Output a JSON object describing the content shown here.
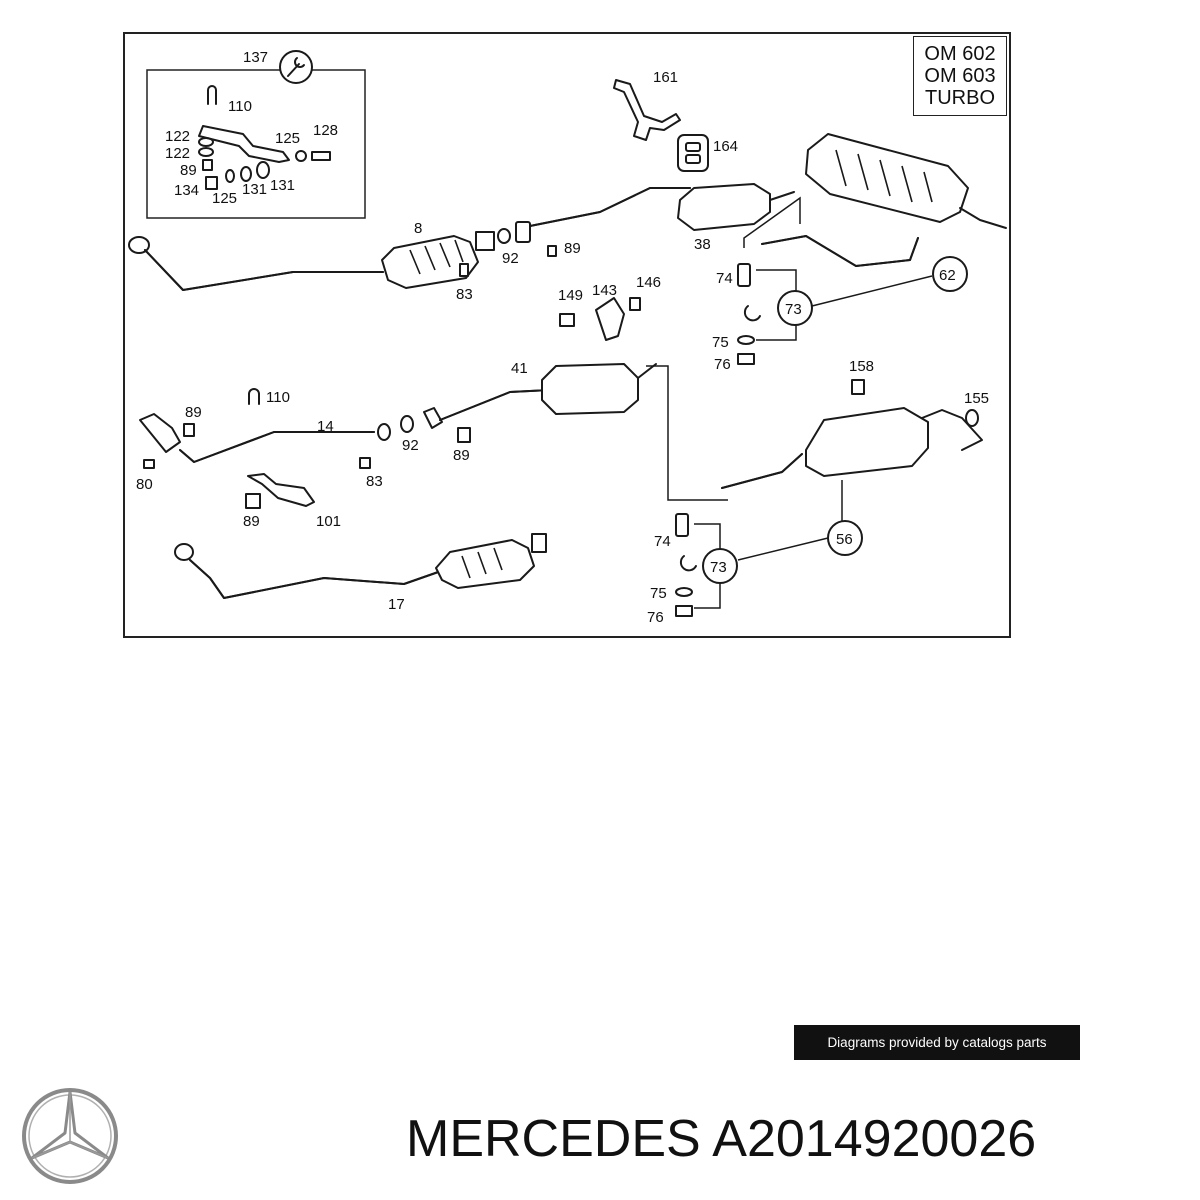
{
  "engine_variants": [
    "OM 602",
    "OM 603",
    "TURBO"
  ],
  "callouts": {
    "c137": "137",
    "c110a": "110",
    "c122a": "122",
    "c122b": "122",
    "c125a": "125",
    "c128": "128",
    "c89a": "89",
    "c134": "134",
    "c125b": "125",
    "c131a": "131",
    "c131b": "131",
    "c161": "161",
    "c164": "164",
    "c8": "8",
    "c92a": "92",
    "c89b": "89",
    "c83a": "83",
    "c38": "38",
    "c74a": "74",
    "c62": "62",
    "c149": "149",
    "c143": "143",
    "c146": "146",
    "c73a": "73",
    "c75a": "75",
    "c76a": "76",
    "c41": "41",
    "c158": "158",
    "c155": "155",
    "c89c": "89",
    "c110b": "110",
    "c14": "14",
    "c92b": "92",
    "c89d": "89",
    "c80": "80",
    "c83b": "83",
    "c89e": "89",
    "c101": "101",
    "c74b": "74",
    "c73b": "73",
    "c56": "56",
    "c75b": "75",
    "c76b": "76",
    "c17": "17"
  },
  "credit_text": "Diagrams provided by catalogs parts",
  "product": {
    "title": "MERCEDES A2014920026"
  },
  "colors": {
    "line": "#1a1a1a",
    "banner_bg": "#111111",
    "banner_text": "#ffffff",
    "logo": "#8a8a8a"
  },
  "icons": {
    "tool": "wrench-icon",
    "brand": "mercedes-star-logo"
  }
}
